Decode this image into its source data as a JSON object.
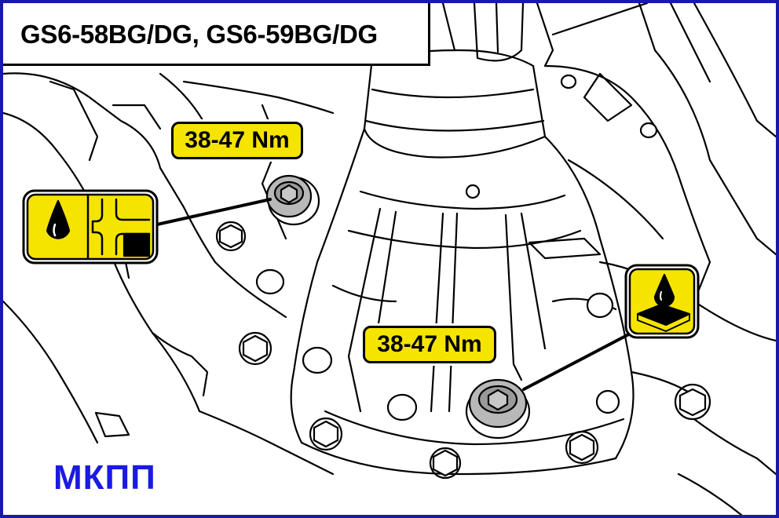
{
  "header": {
    "title": "GS6-58BG/DG, GS6-59BG/DG"
  },
  "callouts": {
    "upper_torque": "38-47 Nm",
    "lower_torque": "38-47 Nm"
  },
  "icons": {
    "fill_plug": "oil-filler-icon",
    "drain_plug": "oil-drain-icon"
  },
  "caption": {
    "label": "МКПП"
  },
  "colors": {
    "label_fill": "#f5e400",
    "frame": "#1a1aa8",
    "caption": "#1a1ae0"
  }
}
